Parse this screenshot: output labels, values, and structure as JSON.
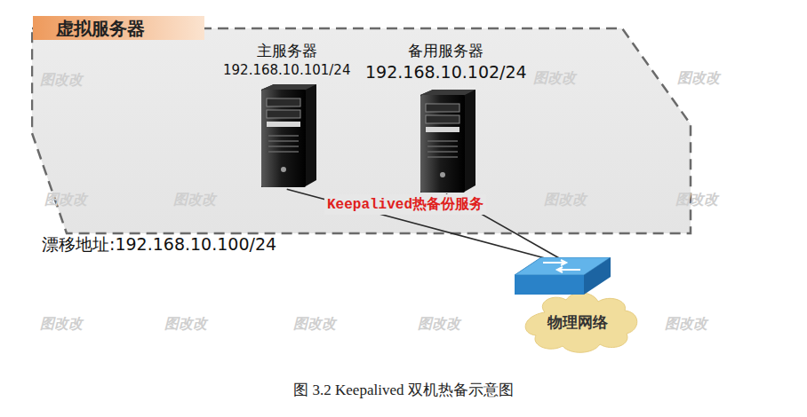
{
  "diagram": {
    "caption": "图 3.2 Keepalived 双机热备示意图",
    "nodes": [
      {
        "text": [
          "虚拟服务器"
        ]
      },
      {
        "text": [
          "主服务器",
          "192.168.10.101/24"
        ],
        "in": 0
      },
      {
        "text": [
          "备用服务器",
          "192.168.10.102/24"
        ],
        "in": 0
      },
      {
        "text": [
          "物理网络"
        ]
      }
    ],
    "edges": [
      {
        "from": 1,
        "to": 3,
        "arrow": "none"
      },
      {
        "from": 2,
        "to": 3,
        "arrow": "none"
      }
    ],
    "labels": [
      "Keepalived热备份服务",
      "漂移地址:192.168.10.100/24",
      "图改改",
      "图改改",
      "图改改",
      "图改改",
      "图改改",
      "图改改",
      "图改改",
      "图改改",
      "图改改",
      "图改改",
      "图改改",
      "图改改"
    ]
  }
}
